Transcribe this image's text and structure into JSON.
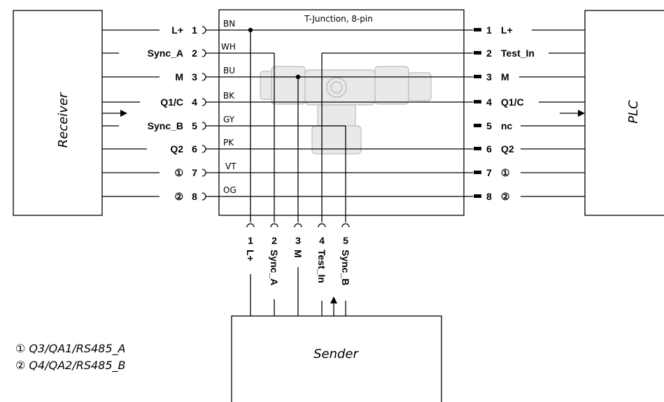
{
  "receiver": {
    "title": "Receiver"
  },
  "plc": {
    "title": "PLC"
  },
  "sender": {
    "title": "Sender"
  },
  "tjunction": {
    "title": "T-Junction, 8-pin"
  },
  "left_pins": [
    {
      "signal": "L+",
      "num": "1",
      "color": "BN"
    },
    {
      "signal": "Sync_A",
      "num": "2",
      "color": "WH"
    },
    {
      "signal": "M",
      "num": "3",
      "color": "BU"
    },
    {
      "signal": "Q1/C",
      "num": "4",
      "color": "BK"
    },
    {
      "signal": "Sync_B",
      "num": "5",
      "color": "GY"
    },
    {
      "signal": "Q2",
      "num": "6",
      "color": "PK"
    },
    {
      "signal": "①",
      "num": "7",
      "color": "VT"
    },
    {
      "signal": "②",
      "num": "8",
      "color": "OG"
    }
  ],
  "right_pins": [
    {
      "num": "1",
      "signal": "L+"
    },
    {
      "num": "2",
      "signal": "Test_In"
    },
    {
      "num": "3",
      "signal": "M"
    },
    {
      "num": "4",
      "signal": "Q1/C"
    },
    {
      "num": "5",
      "signal": "nc"
    },
    {
      "num": "6",
      "signal": "Q2"
    },
    {
      "num": "7",
      "signal": "①"
    },
    {
      "num": "8",
      "signal": "②"
    }
  ],
  "bottom_pins": [
    {
      "num": "1",
      "signal": "L+"
    },
    {
      "num": "2",
      "signal": "Sync_A"
    },
    {
      "num": "3",
      "signal": "M"
    },
    {
      "num": "4",
      "signal": "Test_In"
    },
    {
      "num": "5",
      "signal": "Sync_B"
    }
  ],
  "legend": [
    "① Q3/QA1/RS485_A",
    "② Q4/QA2/RS485_B"
  ]
}
